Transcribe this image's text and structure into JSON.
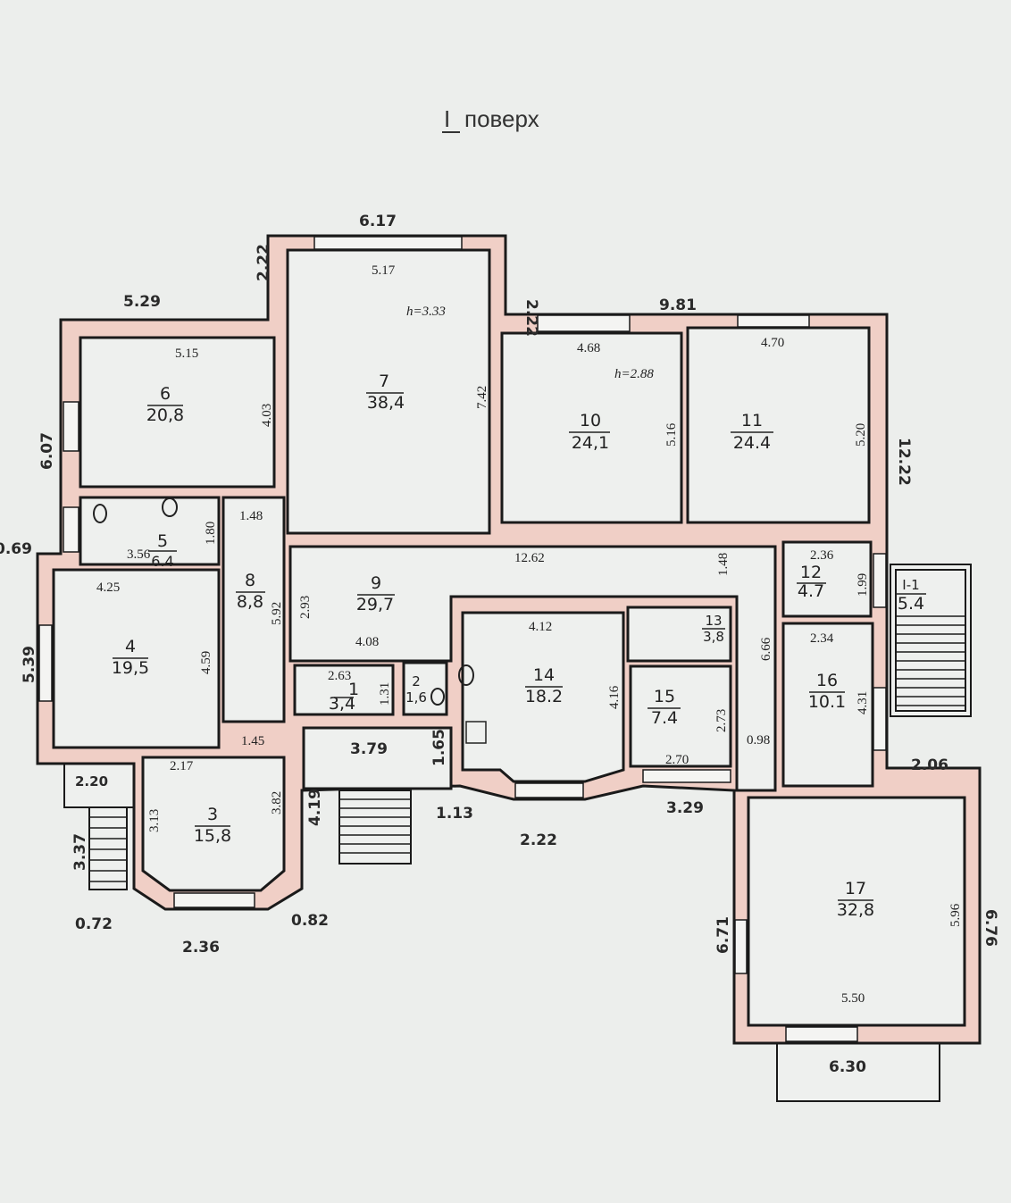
{
  "title": {
    "numeral": "I",
    "text": "поверх"
  },
  "rooms": [
    {
      "no": "1",
      "area": "3,4"
    },
    {
      "no": "2",
      "area": "1,6"
    },
    {
      "no": "3",
      "area": "15,8"
    },
    {
      "no": "4",
      "area": "19,5"
    },
    {
      "no": "5",
      "area": "6.4"
    },
    {
      "no": "6",
      "area": "20,8"
    },
    {
      "no": "7",
      "area": "38,4"
    },
    {
      "no": "8",
      "area": "8,8"
    },
    {
      "no": "9",
      "area": "29,7"
    },
    {
      "no": "10",
      "area": "24,1"
    },
    {
      "no": "11",
      "area": "24.4"
    },
    {
      "no": "12",
      "area": "4.7"
    },
    {
      "no": "13",
      "area": "3,8"
    },
    {
      "no": "14",
      "area": "18.2"
    },
    {
      "no": "15",
      "area": "7.4"
    },
    {
      "no": "16",
      "area": "10.1"
    },
    {
      "no": "17",
      "area": "32,8"
    },
    {
      "no": "I-1",
      "area": "5.4"
    }
  ],
  "ceiling_heights": [
    "h=3.33",
    "h=2.88"
  ],
  "printed_dims": [
    "5.15",
    "4.03",
    "5.17",
    "7.42",
    "4.68",
    "5.16",
    "4.70",
    "5.20",
    "1.48",
    "1.80",
    "3.56",
    "12.62",
    "1.48",
    "2.36",
    "1.99",
    "2.34",
    "4.31",
    "6.66",
    "2.93",
    "4.08",
    "4.25",
    "4.59",
    "5.92",
    "2.63",
    "1.31",
    "4.12",
    "4.16",
    "2.73",
    "2.70",
    "0.98",
    "1.45",
    "2.17",
    "3.13",
    "3.82",
    "5.96",
    "5.50"
  ],
  "handwritten_dims": [
    "6.17",
    "2.22",
    "2.22",
    "5.29",
    "9.81",
    "6.07",
    "12.22",
    "0.69",
    "5.39",
    "2.20",
    "3.37",
    "0.72",
    "2.36",
    "0.82",
    "4.19",
    "3.79",
    "1.65",
    "1.13",
    "2.22",
    "3.29",
    "2.06",
    "6.71",
    "6.76",
    "6.30"
  ]
}
